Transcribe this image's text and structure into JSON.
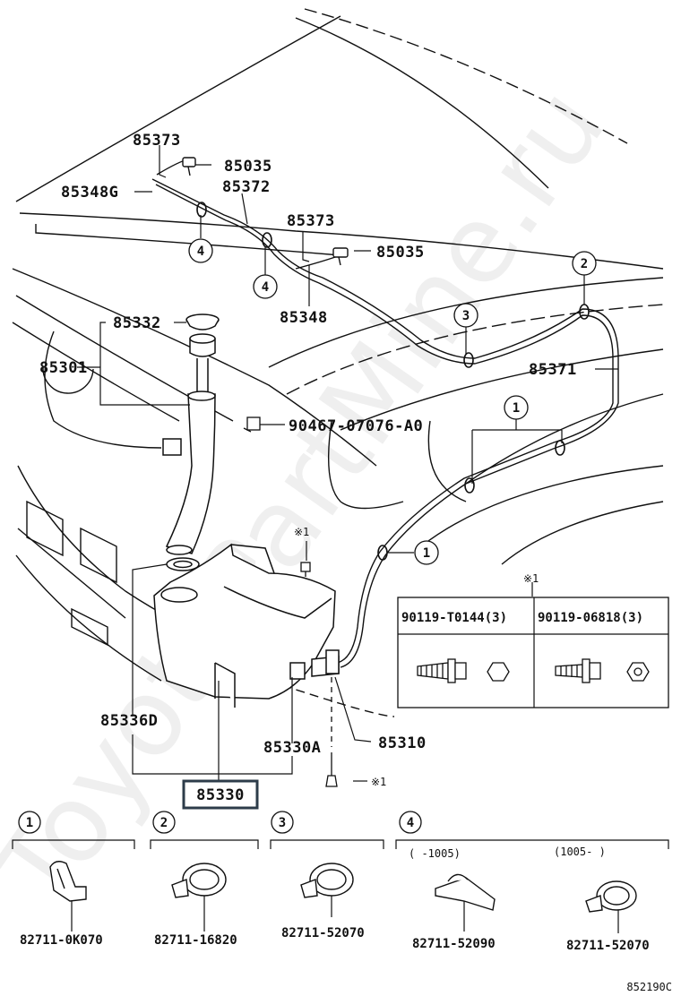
{
  "watermark": "ToyotaPartMine.ru",
  "diagram_code": "852190C",
  "labels": {
    "p85373_a": "85373",
    "p85035_a": "85035",
    "p85348G": "85348G",
    "p85372": "85372",
    "p85373_b": "85373",
    "p85035_b": "85035",
    "p85348": "85348",
    "p85332": "85332",
    "p85301": "85301",
    "p90467": "90467-07076-A0",
    "p85371": "85371",
    "p85336D": "85336D",
    "p85330A": "85330A",
    "p85310": "85310",
    "p85330": "85330"
  },
  "callouts": {
    "c1": "1",
    "c2": "2",
    "c3": "3",
    "c4": "4"
  },
  "note_mark": "※1",
  "bolt_box": {
    "left_pn": "90119-T0144(3)",
    "right_pn": "90119-06818(3)"
  },
  "clips": {
    "c1_pn": "82711-0K070",
    "c2_pn": "82711-16820",
    "c3_pn": "82711-52070",
    "c4_left_range": "(   -1005)",
    "c4_right_range": "(1005-    )",
    "c4_left_pn": "82711-52090",
    "c4_right_pn": "82711-52070"
  }
}
